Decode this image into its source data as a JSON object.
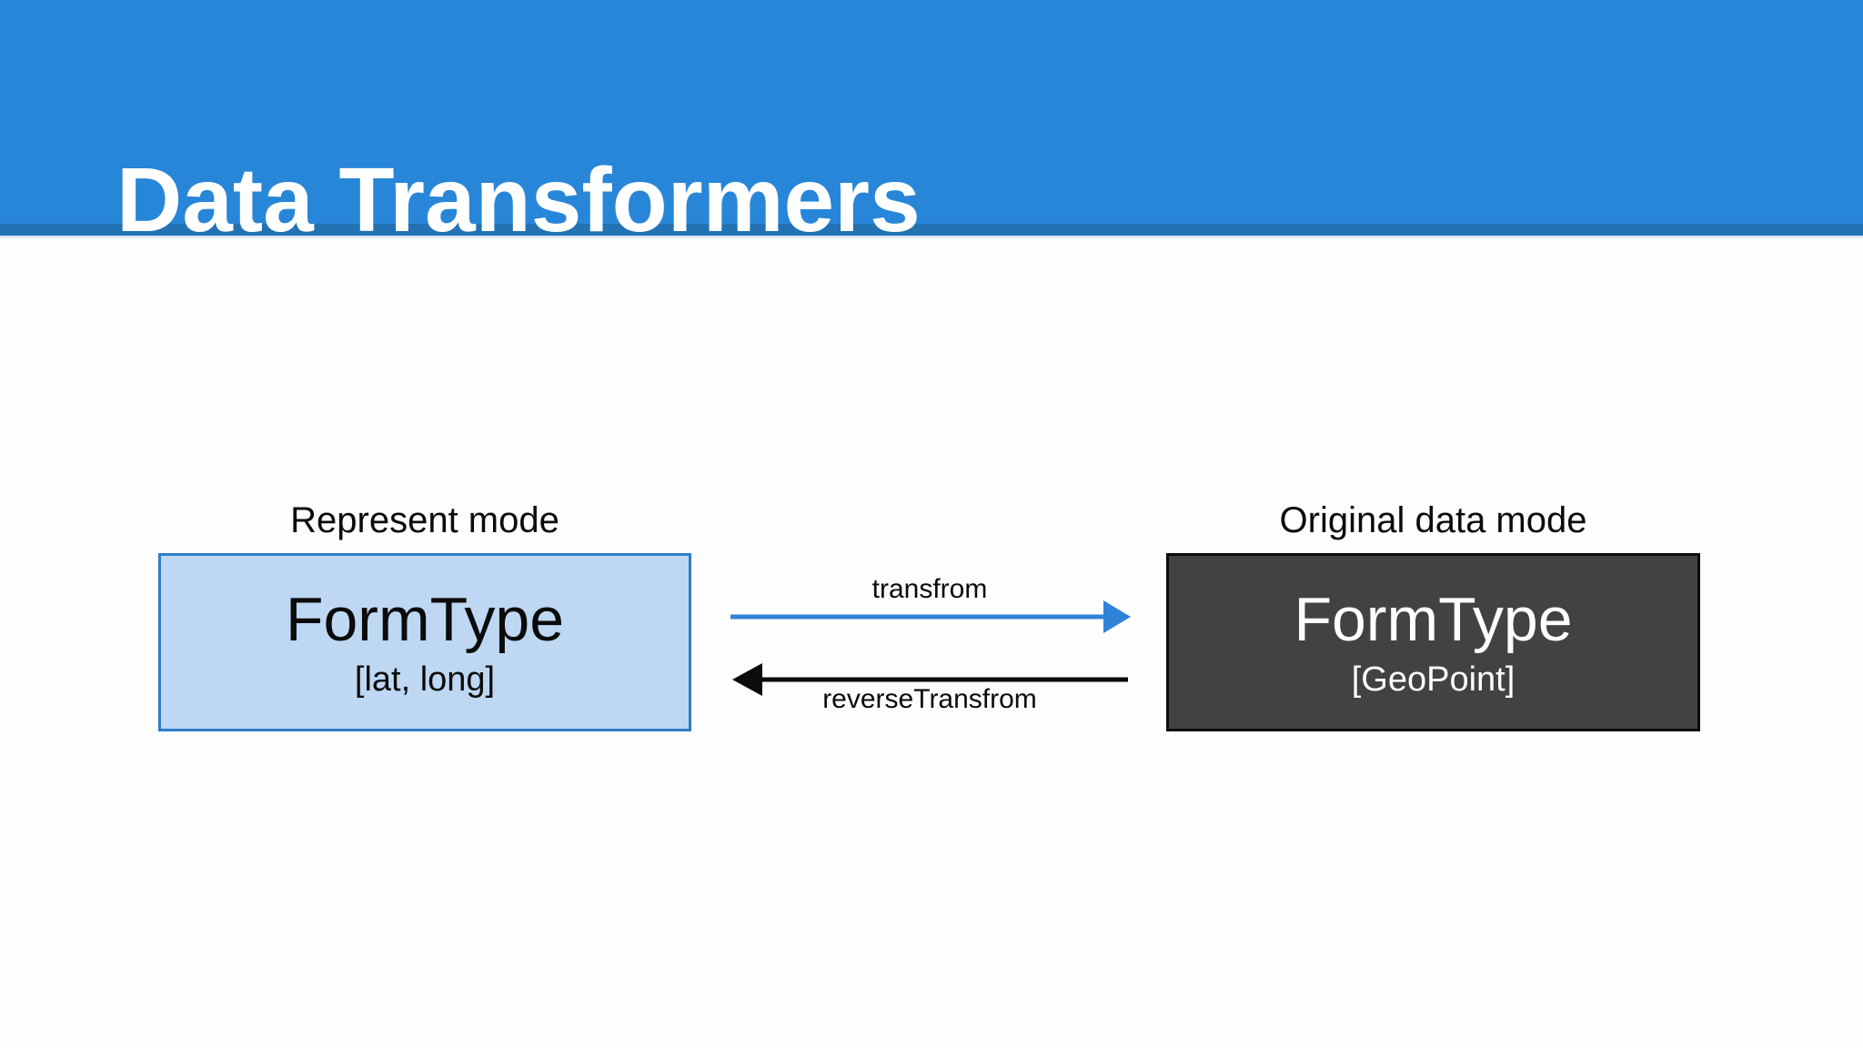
{
  "slide": {
    "title": "Data Transformers"
  },
  "colors": {
    "slide_bg": "#fdfdfe",
    "header_blue": "#2886d8",
    "header_strip": "#2372b4",
    "header_strip_edge": "#dde7f3",
    "title_text": "#ffffff",
    "label_text": "#0b0b0b",
    "left_box_fill": "#bed8f3",
    "left_box_border": "#2e7cc7",
    "right_box_fill": "#424245",
    "right_box_border": "#0c0c0c",
    "right_box_text": "#ffffff",
    "arrow_forward": "#2e82d8",
    "arrow_reverse": "#0b0b0b"
  },
  "diagram": {
    "left_group": {
      "label": "Represent mode",
      "box": {
        "title": "FormType",
        "subtitle": "[lat, long]"
      }
    },
    "right_group": {
      "label": "Original data mode",
      "box": {
        "title": "FormType",
        "subtitle": "[GeoPoint]"
      }
    },
    "arrows": {
      "forward_label": "transfrom",
      "reverse_label": "reverseTransfrom"
    }
  }
}
